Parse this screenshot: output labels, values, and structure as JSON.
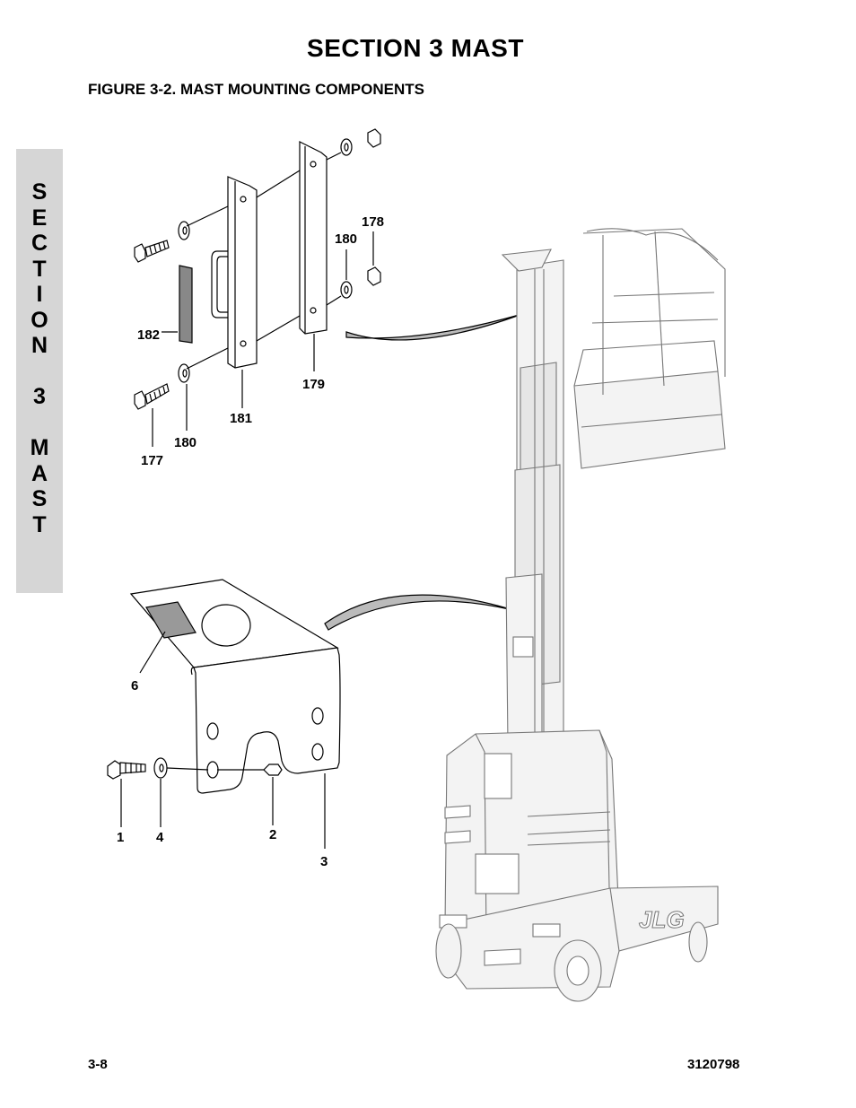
{
  "header": {
    "section_title": "SECTION 3  MAST",
    "figure_title": "FIGURE 3-2.    MAST MOUNTING COMPONENTS"
  },
  "side_tab": {
    "letters": [
      "S",
      "E",
      "C",
      "T",
      "I",
      "O",
      "N",
      "",
      "3",
      "",
      "M",
      "A",
      "S",
      "T"
    ]
  },
  "callouts": {
    "c178": "178",
    "c180a": "180",
    "c182": "182",
    "c179": "179",
    "c181": "181",
    "c180b": "180",
    "c177": "177",
    "c6": "6",
    "c1": "1",
    "c4": "4",
    "c2": "2",
    "c3": "3"
  },
  "footer": {
    "page_number": "3-8",
    "doc_number": "3120798"
  }
}
